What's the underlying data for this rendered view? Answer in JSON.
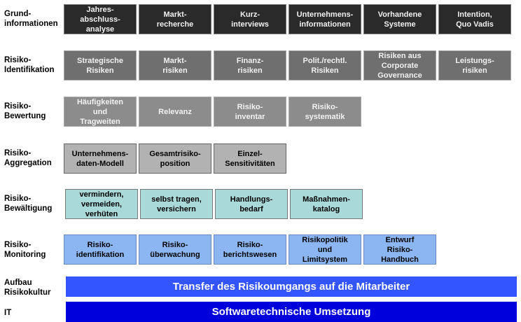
{
  "rows": [
    {
      "label": "Grund-\ninformationen",
      "boxes": [
        "Jahres-\nabschluss-\nanalyse",
        "Markt-\nrecherche",
        "Kurz-\ninterviews",
        "Unternehmens-\ninformationen",
        "Vorhandene\nSysteme",
        "Intention,\nQuo Vadis"
      ]
    },
    {
      "label": "Risiko-\nIdentifikation",
      "boxes": [
        "Strategische\nRisiken",
        "Markt-\nrisiken",
        "Finanz-\nrisiken",
        "Polit./rechtl.\nRisiken",
        "Risiken aus\nCorporate\nGovernance",
        "Leistungs-\nrisiken"
      ]
    },
    {
      "label": "Risiko-\nBewertung",
      "boxes": [
        "Häufigkeiten\nund\nTragweiten",
        "Relevanz",
        "Risiko-\ninventar",
        "Risiko-\nsystematik"
      ]
    },
    {
      "label": "Risiko-\nAggregation",
      "boxes": [
        "Unternehmens-\ndaten-Modell",
        "Gesamtrisiko-\nposition",
        "Einzel-\nSensitivitäten"
      ]
    },
    {
      "label": "Risiko-\nBewältigung",
      "boxes": [
        "vermindern,\nvermeiden,\nverhüten",
        "selbst tragen,\nversichern",
        "Handlungs-\nbedarf",
        "Maßnahmen-\nkatalog"
      ]
    },
    {
      "label": "Risiko-\nMonitoring",
      "boxes": [
        "Risiko-\nidentifikation",
        "Risiko-\nüberwachung",
        "Risiko-\nberichtswesen",
        "Risikopolitik\nund\nLimitsystem",
        "Entwurf\nRisiko-\nHandbuch"
      ]
    }
  ],
  "bars": [
    {
      "label": "Aufbau\nRisikokultur",
      "text": "Transfer des Risikoumgangs auf die Mitarbeiter",
      "color": "#3355ff"
    },
    {
      "label": "IT",
      "text": "Softwaretechnische Umsetzung",
      "color": "#0000dd"
    }
  ]
}
